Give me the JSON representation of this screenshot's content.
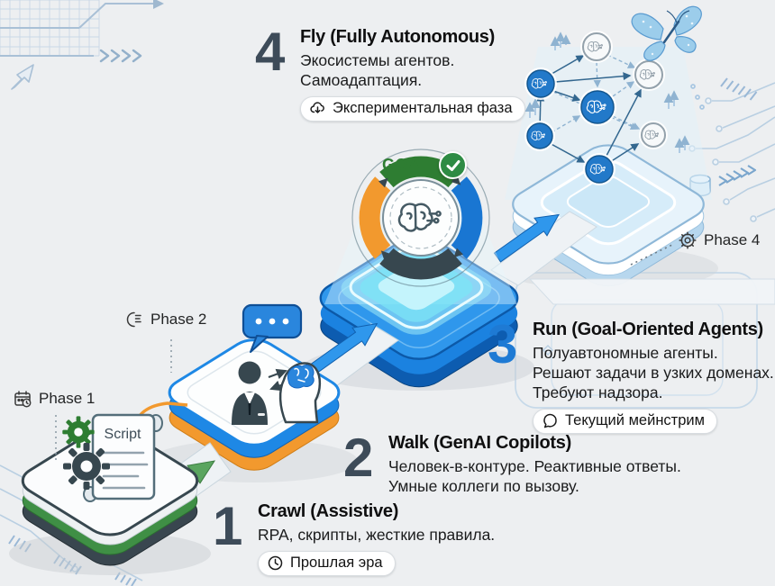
{
  "steps": [
    {
      "number": "1",
      "title": "Crawl (Assistive)",
      "lines": [
        "RPA, скрипты, жесткие правила."
      ],
      "badge": {
        "icon": "clock-icon",
        "label": "Прошлая эра"
      }
    },
    {
      "number": "2",
      "title": "Walk (GenAI Copilots)",
      "lines": [
        "Человек-в-контуре. Реактивные ответы.",
        "Умные коллеги по вызову."
      ]
    },
    {
      "number": "3",
      "title": "Run (Goal-Oriented Agents)",
      "lines": [
        "Полуавтономные агенты.",
        "Решают задачи в узких доменах.",
        "Требуют надзора."
      ],
      "badge": {
        "icon": "speech-bubble-icon",
        "label": "Текущий мейнстрим"
      }
    },
    {
      "number": "4",
      "title": "Fly (Fully Autonomous)",
      "lines": [
        "Экосистемы агентов.",
        "Самоадаптация."
      ],
      "badge": {
        "icon": "cloud-download-icon",
        "label": "Экспериментальная фаза"
      }
    }
  ],
  "phase_labels": [
    {
      "icon": "calendar-icon",
      "label": "Phase 1"
    },
    {
      "icon": "head-profile-icon",
      "label": "Phase 2"
    },
    {
      "icon": "gear-icon",
      "label": "Phase 4"
    }
  ],
  "goal": {
    "label": "GOAL",
    "icon": "check-icon"
  },
  "platform_items": {
    "script_label": "Script"
  },
  "colors": {
    "accent_blue": "#2f97ec",
    "deep_blue": "#0d5cb0",
    "green": "#3f8f45",
    "orange": "#f2992e",
    "slate": "#3d4b59",
    "cyan_glow": "#7ce4f6",
    "goal_green": "#2e7d32",
    "number_blue": "#1e7ad4",
    "badge_bg": "#ffffff",
    "background": "#edeff1"
  }
}
